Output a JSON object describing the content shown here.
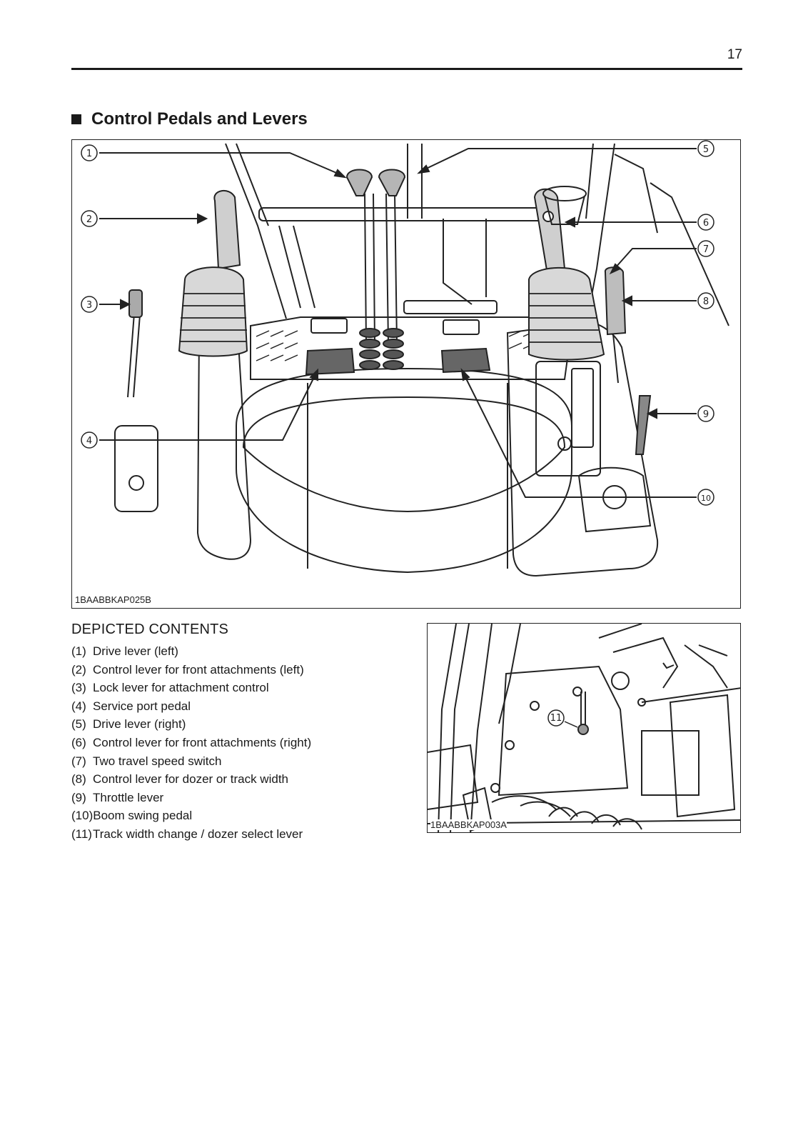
{
  "page_number": "17",
  "section_title": "Control Pedals and Levers",
  "main_figure": {
    "code": "1BAABBKAP025B",
    "callouts": [
      "1",
      "2",
      "3",
      "4",
      "5",
      "6",
      "7",
      "8",
      "9",
      "10"
    ]
  },
  "contents_heading": "DEPICTED CONTENTS",
  "contents_items": [
    {
      "num": "(1)",
      "label": "Drive lever (left)"
    },
    {
      "num": "(2)",
      "label": "Control lever for front attachments (left)"
    },
    {
      "num": "(3)",
      "label": "Lock lever for attachment control"
    },
    {
      "num": "(4)",
      "label": "Service port pedal"
    },
    {
      "num": "(5)",
      "label": "Drive lever (right)"
    },
    {
      "num": "(6)",
      "label": "Control lever for front attachments (right)"
    },
    {
      "num": "(7)",
      "label": "Two travel speed switch"
    },
    {
      "num": "(8)",
      "label": "Control lever for dozer or track width"
    },
    {
      "num": "(9)",
      "label": "Throttle lever"
    },
    {
      "num": "(10)",
      "label": "Boom swing pedal"
    },
    {
      "num": "(11)",
      "label": "Track width change / dozer select lever"
    }
  ],
  "secondary_figure": {
    "code": "1BAABBKAP003A",
    "callouts": [
      "11"
    ]
  }
}
